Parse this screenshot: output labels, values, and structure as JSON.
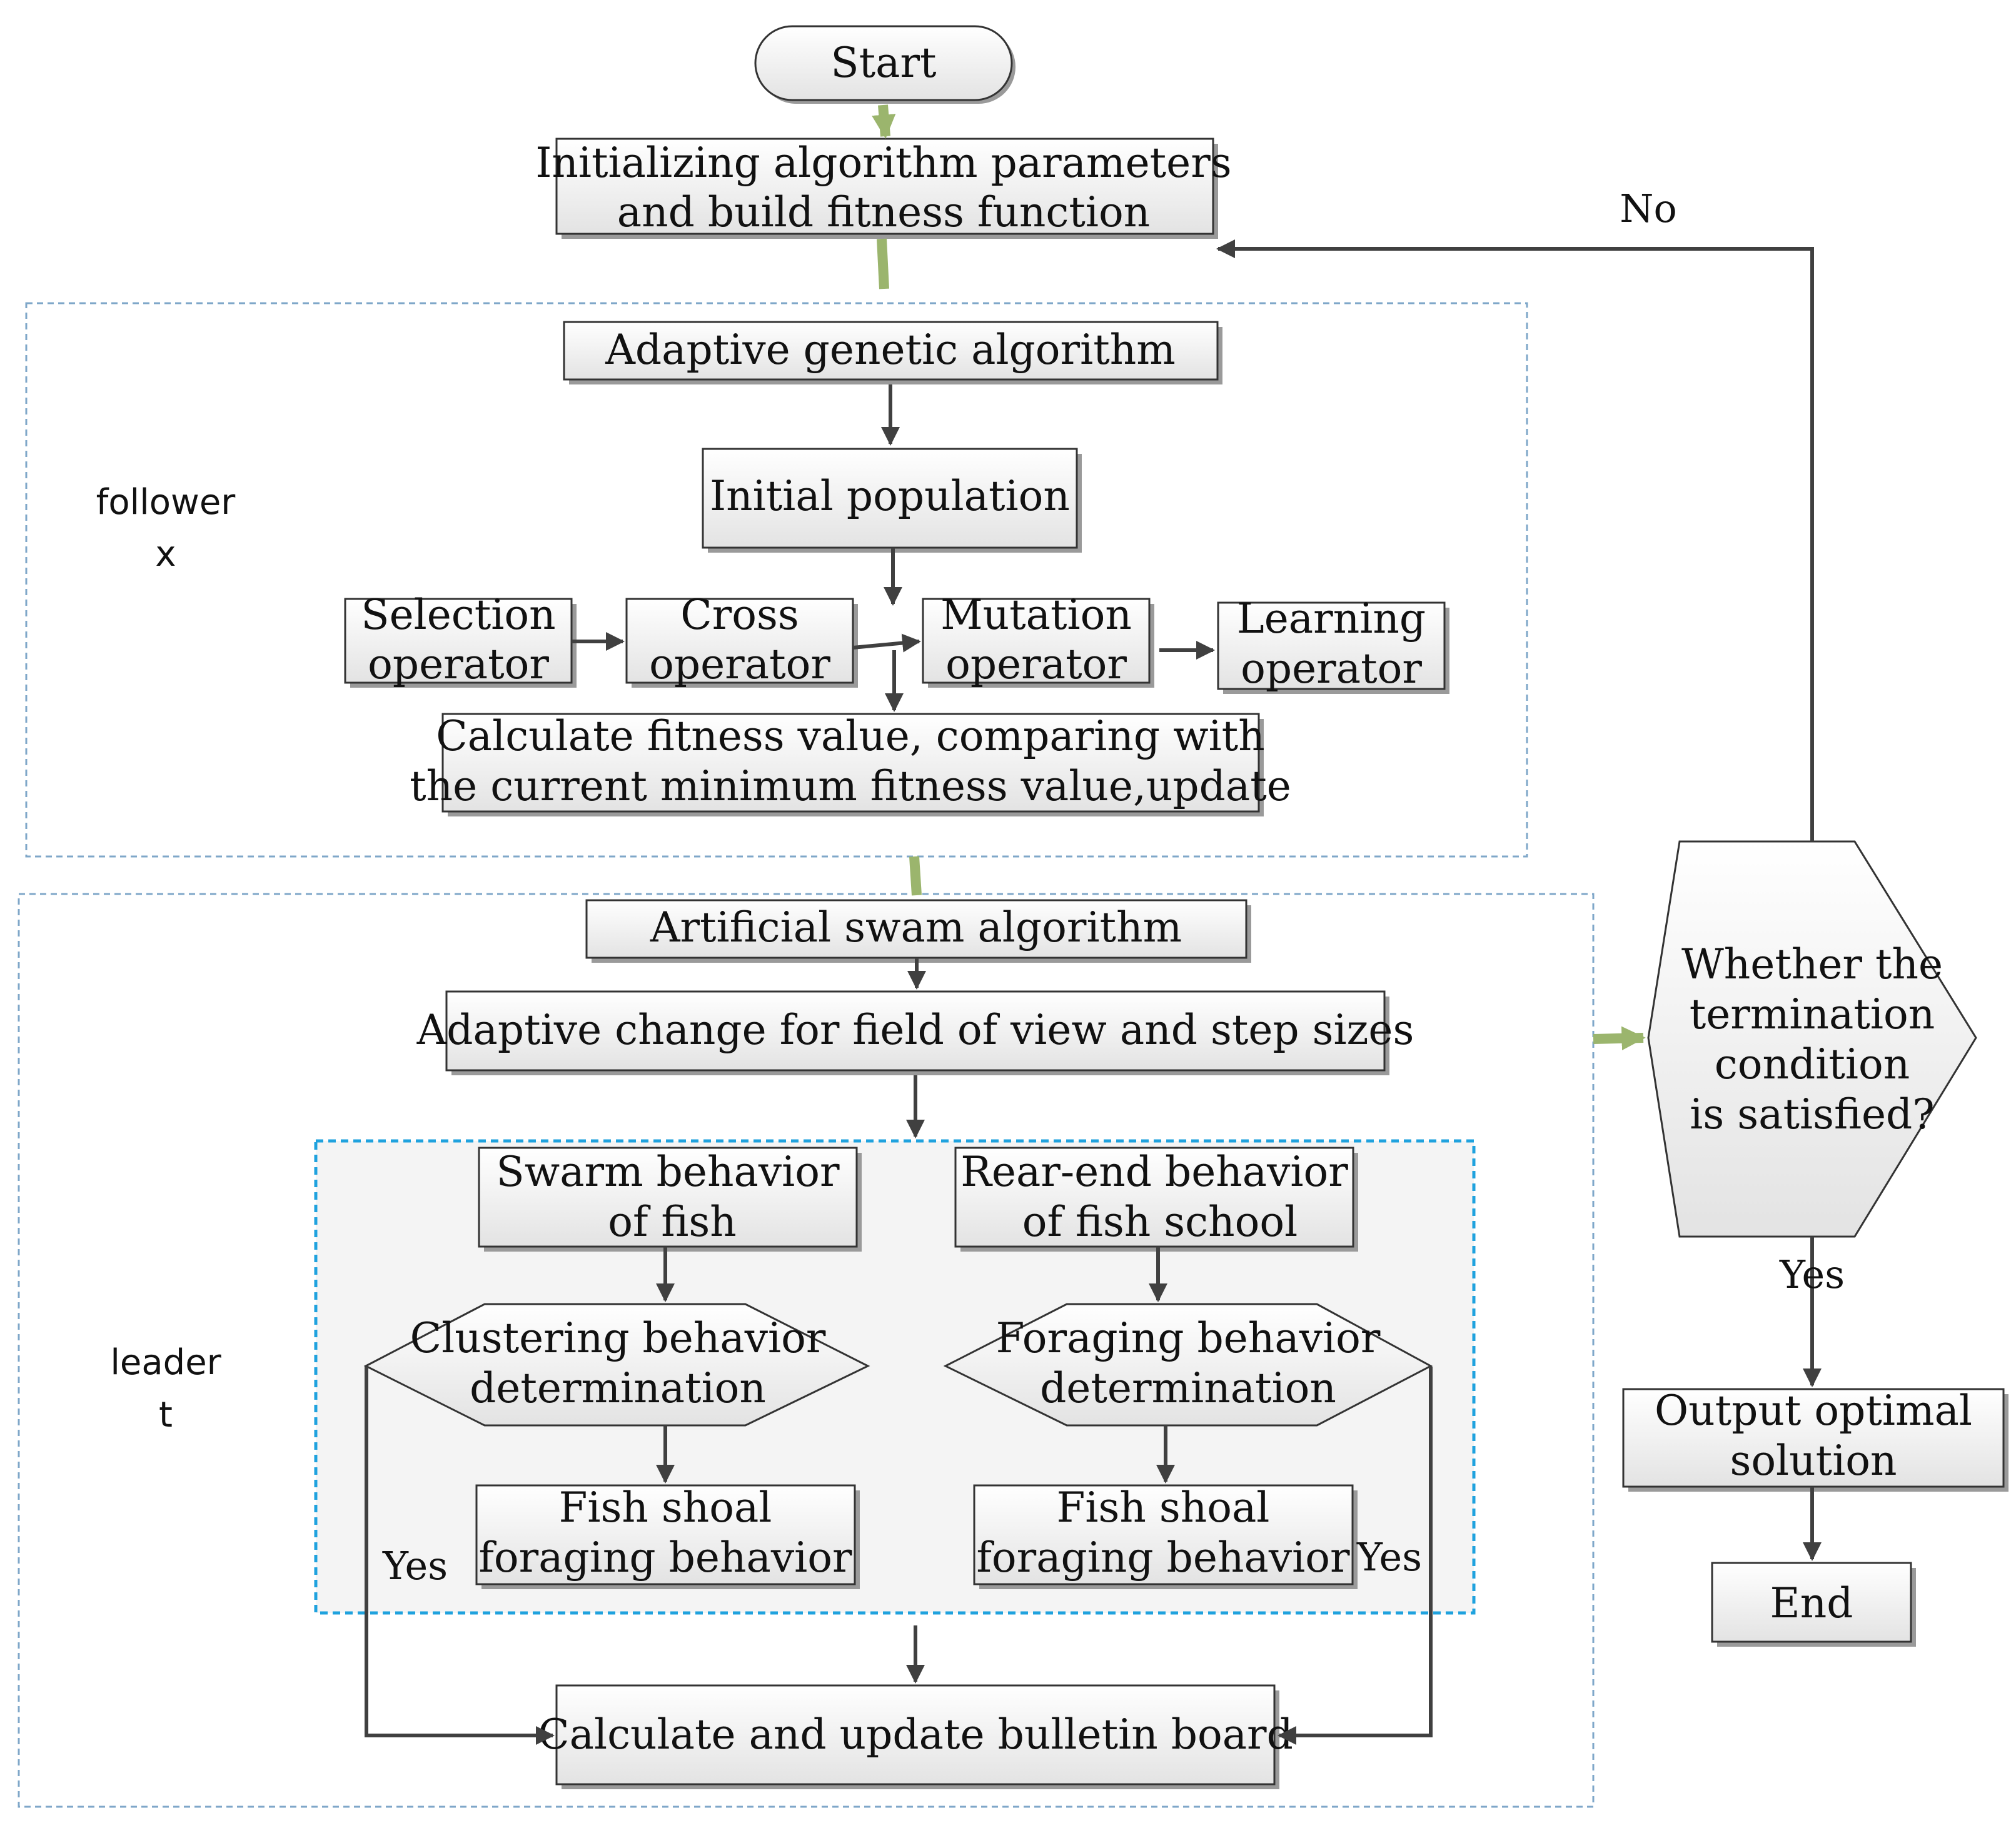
{
  "nodes": {
    "start": "Start",
    "init": [
      "Initializing algorithm parameters",
      "and build fitness function"
    ],
    "aga": "Adaptive genetic algorithm",
    "initial_population": "Initial population",
    "selection": [
      "Selection",
      "operator"
    ],
    "cross": [
      "Cross",
      "operator"
    ],
    "mutation": [
      "Mutation",
      "operator"
    ],
    "learning": [
      "Learning",
      "operator"
    ],
    "calc_fitness": [
      "Calculate fitness value, comparing with",
      "the current minimum fitness value,update"
    ],
    "asa": "Artificial swam algorithm",
    "adaptive_change": "Adaptive change for field of view and step sizes",
    "swarm": [
      "Swarm behavior",
      "of fish"
    ],
    "rear_end": [
      "Rear-end behavior",
      "of fish school"
    ],
    "clustering": [
      "Clustering behavior",
      "determination"
    ],
    "foraging_det": [
      "Foraging behavior",
      "determination"
    ],
    "shoal_left": [
      "Fish shoal",
      "foraging behavior"
    ],
    "shoal_right": [
      "Fish shoal",
      "foraging behavior"
    ],
    "bulletin": "Calculate and update bulletin board",
    "termination": [
      "Whether the",
      "termination",
      "condition",
      "is satisfied?"
    ],
    "output": [
      "Output optimal",
      "solution"
    ],
    "end": "End"
  },
  "labels": {
    "no": "No",
    "yes_termination": "Yes",
    "yes_left": "Yes",
    "yes_right": "Yes"
  },
  "groups": {
    "follower": [
      "follower",
      "x"
    ],
    "leader": [
      "leader",
      "t"
    ]
  },
  "colors": {
    "flow_arrow": "#404040",
    "transition_arrow": "#9bb56d",
    "outer_group_border": "#7fa7c9",
    "inner_group_border": "#1fa2de"
  }
}
